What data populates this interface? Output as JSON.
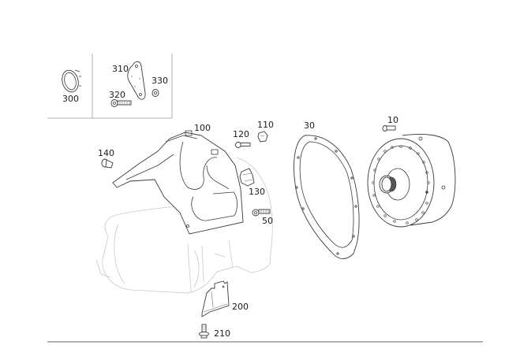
{
  "diagram": {
    "type": "exploded-parts-diagram",
    "colors": {
      "background": "#ffffff",
      "line": "#3a3a3a",
      "ghost_outline": "#c8c8c8",
      "rule": "#666666"
    },
    "inset": {
      "parts": [
        {
          "id": "300",
          "label": "300",
          "name": "seal-ring"
        },
        {
          "id": "310",
          "label": "310",
          "name": "cover-plate"
        },
        {
          "id": "320",
          "label": "320",
          "name": "screw"
        },
        {
          "id": "330",
          "label": "330",
          "name": "nut"
        }
      ]
    },
    "parts": [
      {
        "id": "10",
        "label": "10",
        "name": "bolt"
      },
      {
        "id": "30",
        "label": "30",
        "name": "gasket"
      },
      {
        "id": "50",
        "label": "50",
        "name": "bolt"
      },
      {
        "id": "100",
        "label": "100",
        "name": "cover-panel"
      },
      {
        "id": "110",
        "label": "110",
        "name": "nut"
      },
      {
        "id": "120",
        "label": "120",
        "name": "screw"
      },
      {
        "id": "130",
        "label": "130",
        "name": "clip"
      },
      {
        "id": "140",
        "label": "140",
        "name": "expanding-rivet"
      },
      {
        "id": "200",
        "label": "200",
        "name": "bracket"
      },
      {
        "id": "210",
        "label": "210",
        "name": "screw"
      }
    ]
  }
}
